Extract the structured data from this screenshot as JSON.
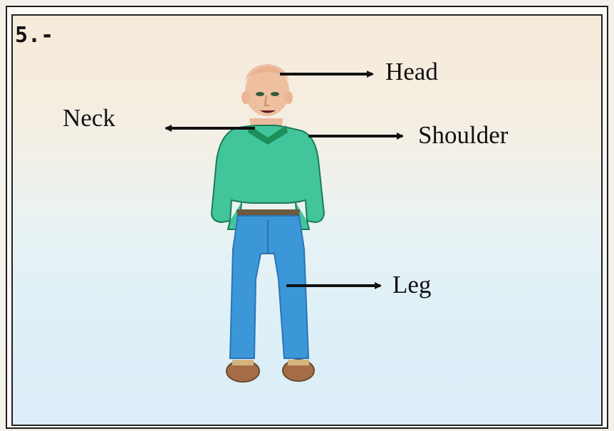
{
  "slide": {
    "number_label": "5.-"
  },
  "labels": {
    "head": "Head",
    "neck": "Neck",
    "shoulder": "Shoulder",
    "leg": "Leg"
  },
  "colors": {
    "sweater": "#42c59a",
    "sweater_dark": "#1d8f5a",
    "jeans": "#3b97d8",
    "jeans_dark": "#2b74b5",
    "skin": "#efc0a0",
    "hair": "#e8b48c",
    "belt": "#6b5a3f",
    "shoes": "#a46d46",
    "text": "#111111"
  }
}
